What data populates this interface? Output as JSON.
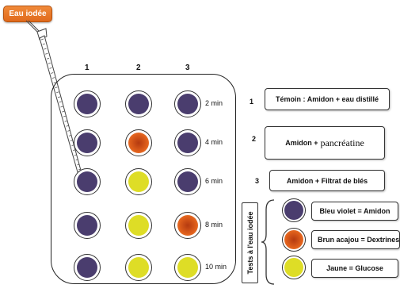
{
  "reagent": "Eau iodée",
  "columns": [
    "1",
    "2",
    "3"
  ],
  "times": [
    "2 min",
    "4 min",
    "6 min",
    "8 min",
    "10 min"
  ],
  "wells": [
    [
      "violet",
      "violet",
      "violet"
    ],
    [
      "violet",
      "brown",
      "violet"
    ],
    [
      "violet",
      "yellow",
      "violet"
    ],
    [
      "violet",
      "yellow",
      "brown"
    ],
    [
      "violet",
      "yellow",
      "yellow"
    ]
  ],
  "conditions": [
    {
      "num": "1",
      "label": "Témoin : Amidon + eau distillé",
      "suffix": ""
    },
    {
      "num": "2",
      "label": "Amidon +",
      "suffix": "pancréatine"
    },
    {
      "num": "3",
      "label": "Amidon + Filtrat de blés",
      "suffix": ""
    }
  ],
  "tests_label": "Tests à l'eau iodée",
  "legend": [
    {
      "color_key": "violet",
      "label": "Bleu violet = Amidon"
    },
    {
      "color_key": "brown",
      "label": "Brun acajou = Dextrines"
    },
    {
      "color_key": "yellow",
      "label": "Jaune = Glucose"
    }
  ],
  "colors": {
    "violet": "#4a3d6e",
    "brown": "#e0601c",
    "yellow": "#dedd26",
    "reagent": "#e87a2a"
  }
}
